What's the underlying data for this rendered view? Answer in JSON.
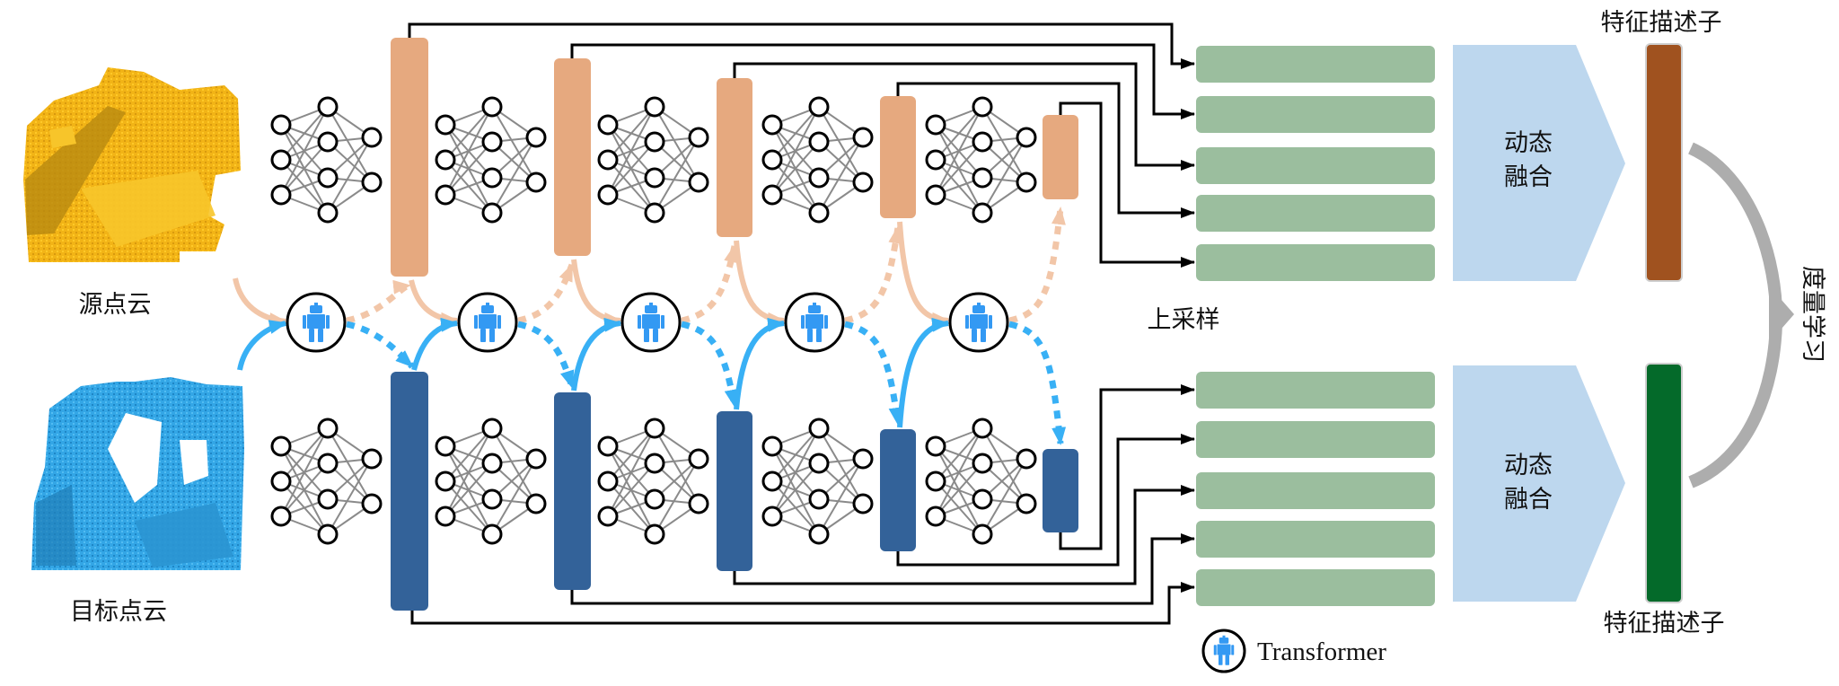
{
  "labels": {
    "source_cloud": "源点云",
    "target_cloud": "目标点云",
    "upsample": "上采样",
    "fusion_top_line1": "动态",
    "fusion_top_line2": "融合",
    "fusion_bottom_line1": "动态",
    "fusion_bottom_line2": "融合",
    "descriptor_top": "特征描述子",
    "descriptor_bottom": "特征描述子",
    "metric_learning": "度量学习",
    "legend_transformer": "Transformer"
  },
  "icons": {
    "transformer": "robot-icon",
    "network": "neural-network-icon"
  },
  "colors": {
    "source_feature": "#E6A97F",
    "source_arrow": "#F2C6A8",
    "target_feature": "#336299",
    "target_arrow": "#38B0F5",
    "upsample_block": "#9BBE9E",
    "fusion": "#BDD7EE",
    "descriptor_source": "#A0521F",
    "descriptor_target": "#046A2A",
    "metric_arrow": "#ADADAD",
    "robot": "#3399F3",
    "source_cloud": "#F2B416",
    "target_cloud": "#33A6E6"
  },
  "stages": 5,
  "upsample_blocks_per_branch": 5
}
